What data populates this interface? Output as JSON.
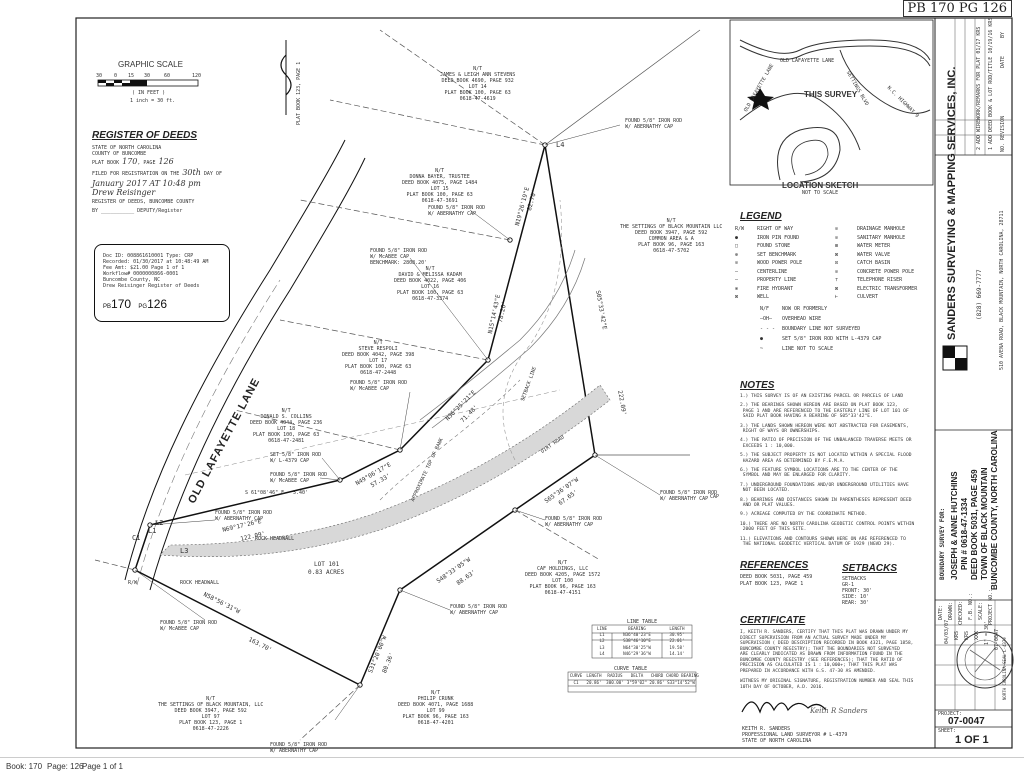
{
  "stamp_code": "PB 170 PG 126",
  "graphic_scale": {
    "title": "GRAPHIC SCALE",
    "ticks": [
      "30",
      "0",
      "15",
      "30",
      "60",
      "120"
    ],
    "unit": "( IN FEET )",
    "ratio": "1 inch = 30 ft."
  },
  "plat_book_ref_vertical": "PLAT BOOK 123, PAGE 1",
  "register": {
    "title": "REGISTER OF DEEDS",
    "state": "STATE OF NORTH CAROLINA",
    "county": "COUNTY OF BUNCOMBE",
    "plat_book_prefix": "PLAT BOOK",
    "plat_book_num": "170",
    "page_prefix": ", PAGE",
    "page_num": "126",
    "filed_prefix": "FILED FOR REGISTRATION ON THE",
    "filed_day": "30th",
    "filed_suffix": "DAY OF",
    "month": "January",
    "year_time": "2017 AT 10:48 pm",
    "register_name": "Drew Reisinger",
    "register_line": "REGISTER OF DEEDS, BUNCOMBE COUNTY",
    "by_label": "BY",
    "deputy_label": "DEPUTY/Register"
  },
  "recording_stamp": {
    "lines": [
      "Doc ID: 008861610001 Type: CRP",
      "Recorded: 01/30/2017 at 10:48:49 AM",
      "Fee Amt: $21.00 Page 1 of 1",
      "Workflow# 0000000866-0001",
      "Buncombe County, NC",
      "Drew Reisinger Register of Deeds"
    ],
    "pb_label": "PB",
    "pb_value": "170",
    "pg_label": "PG",
    "pg_value": "126"
  },
  "map_labels": {
    "road": "OLD LAFAYETTE LANE",
    "lot_number": "LOT 101",
    "lot_acres": "0.83 ACRES",
    "drive_label": "DIRT ROAD",
    "setback_label": "SETBACK LINE",
    "rock_headwall_1": "ROCK HEADWALL",
    "rock_headwall_2": "ROCK HEADWALL",
    "approx_label": "APPROXIMATE TOP OF BANK",
    "row_label": "R/W",
    "cap_label": "CAP"
  },
  "parcels": {
    "stevens": "N/T\nJAMES & LEIGH ANN STEVENS\nDEED BOOK 4690, PAGE 932\nLOT 14\nPLAT BOOK 100, PAGE 63\n0618-47-4619",
    "bayer": "N/T\nDONNA BAYER, TRUSTEE\nDEED BOOK 4075, PAGE 1484\nLOT 15\nPLAT BOOK 100, PAGE 63\n0618-47-3691",
    "kadam": "N/T\nDAVID & MELISSA KADAM\nDEED BOOK 4022, PAGE 406\nLOT 16\nPLAT BOOK 100, PAGE 63\n0618-47-3374",
    "respoli": "N/T\nSTEVE RESPOLI\nDEED BOOK 4042, PAGE 398\nLOT 17\nPLAT BOOK 100, PAGE 63\n0618-47-2448",
    "collins": "N/T\nDONALD S. COLLINS\nDEED BOOK 4044, PAGE 236\nLOT 18\nPLAT BOOK 100, PAGE 63\n0618-47-2481",
    "settings_ne": "N/T\nTHE SETTINGS OF BLACK MOUNTAIN LLC\nDEED BOOK 3947, PAGE 592\nCOMMON AREA & A\nPLAT BOOK 96, PAGE 163\n0618-47-5702",
    "caf": "N/T\nCAF HOLDINGS, LLC\nDEED BOOK 4205, PAGE 1572\nLOT 100\nPLAT BOOK 96, PAGE 163\n0618-47-4151",
    "crunk": "N/T\nPHILIP CRUNK\nDEED BOOK 4071, PAGE 1688\nLOT 99\nPLAT BOOK 96, PAGE 163\n0618-47-4201",
    "settings_sw": "N/T\nTHE SETTINGS OF BLACK MOUNTAIN, LLC\nDEED BOOK 3947, PAGE 592\nLOT 97\nPLAT BOOK 123, PAGE 1\n0618-47-2226"
  },
  "callouts": [
    "FOUND 5/8\" IRON ROD\nW/ ABERNATHY CAP",
    "FOUND 5/8\" IRON ROD\nW/ ABERNATHY CAP",
    "FOUND 5/8\" IRON ROD\nW/ McABEE CAP\nBENCHMARK: 2808.20'",
    "FOUND 5/8\" IRON ROD\nW/ McABEE CAP",
    "SET 5/8\" IRON ROD\nW/ L-4379 CAP",
    "FOUND 5/8\" IRON ROD\nW/ McABEE CAP",
    "FOUND 5/8\" IRON ROD\nW/ ABERNATHY CAP",
    "FOUND 5/8\" IRON ROD\nW/ ABERNATHY CAP",
    "FOUND 5/8\" IRON ROD\nW/ ABERNATHY CAP",
    "FOUND 5/8\" IRON ROD\nW/ McABEE CAP",
    "FOUND 5/8\" IRON ROD\nW/ ABERNATHY CAP",
    "FOUND 5/8\" IRON ROD\nW/ ABERNATHY CAP"
  ],
  "bearings": {
    "b1": "N19°26'19\"E",
    "d1": "82.70'",
    "b2": "N15°14'43\"E",
    "d2": "78.26'",
    "b3": "N36°25'21\"E",
    "d3": "71.48'",
    "b4": "N49°06'17\"E",
    "d4": "57.33'",
    "b5": "N69°17'26\"E",
    "d5": "122.09'",
    "b6": "S05°33'42\"E",
    "d6": "222.09'",
    "b7": "S65°36'07\"W",
    "d7": "67.65'",
    "b8": "S48°33'05\"W",
    "d8": "88.63'",
    "b9": "S31°20'00\"W",
    "d9": "80.36'",
    "b10": "N58°56'31\"W",
    "d10": "163.70'",
    "b11": "S 61°08'46\" E",
    "d11": "5.40'",
    "c1": "C1",
    "l1": "L1",
    "l2": "L2",
    "l3": "L3",
    "l4": "L4"
  },
  "location_sketch": {
    "title": "LOCATION SKETCH",
    "subtitle": "NOT TO SCALE",
    "this_survey": "THIS SURVEY",
    "road1": "OLD LAFAYETTE LANE",
    "road2": "SETTINGS BLVD",
    "road3": "N.C. HIGHWAY 9",
    "road4": "OLD LAFAYETTE LANE"
  },
  "legend": {
    "title": "LEGEND",
    "left": [
      [
        "R/W",
        "RIGHT OF WAY"
      ],
      [
        "●",
        "IRON PIN FOUND"
      ],
      [
        "□",
        "FOUND STONE"
      ],
      [
        "⊕",
        "SET BENCHMARK"
      ],
      [
        "⊙",
        "WOOD POWER POLE"
      ],
      [
        "—",
        "CENTERLINE"
      ],
      [
        "—",
        "PROPERTY LINE"
      ],
      [
        "⊗",
        "FIRE HYDRANT"
      ],
      [
        "⊠",
        "WELL"
      ]
    ],
    "right": [
      [
        "⊙",
        "DRAINAGE MANHOLE"
      ],
      [
        "⊙",
        "SANITARY MANHOLE"
      ],
      [
        "⊞",
        "WATER METER"
      ],
      [
        "⊠",
        "WATER VALVE"
      ],
      [
        "⊡",
        "CATCH BASIN"
      ],
      [
        "⊙",
        "CONCRETE POWER POLE"
      ],
      [
        "⊤",
        "TELEPHONE RISER"
      ],
      [
        "⊠",
        "ELECTRIC TRANSFORMER"
      ],
      [
        "⊢",
        "CULVERT"
      ]
    ],
    "lines": [
      [
        "N/F",
        "NOW OR FORMERLY"
      ],
      [
        "—OH—",
        "OVERHEAD WIRE"
      ],
      [
        "- - -",
        "BOUNDARY LINE NOT SURVEYED"
      ],
      [
        "●",
        "SET 5/8\" IRON ROD WITH L-4379 CAP"
      ],
      [
        "~",
        "LINE NOT TO SCALE"
      ]
    ]
  },
  "notes": {
    "title": "NOTES",
    "items": [
      "1.) THIS SURVEY IS OF AN EXISTING PARCEL OR PARCELS OF LAND",
      "2.) THE BEARINGS SHOWN HEREON ARE BASED ON PLAT BOOK 123,\n PAGE 1 AND ARE REFERENCED TO THE EASTERLY LINE OF LOT 101 OF\n SAID PLAT BOOK HAVING A BEARING OF S05°33'42\"E.",
      "3.) THE LANDS SHOWN HEREON WERE NOT ABSTRACTED FOR EASEMENTS,\n RIGHT OF WAYS OR OWNERSHIPS.",
      "4.) THE RATIO OF PRECISION OF THE UNBALANCED TRAVERSE MEETS OR\n EXCEEDS 1 : 10,000.",
      "5.) THE SUBJECT PROPERTY IS NOT LOCATED WITHIN A SPECIAL FLOOD\n HAZARD AREA AS DETERMINED BY F.E.M.A.",
      "6.) THE FEATURE SYMBOL LOCATIONS ARE TO THE CENTER OF THE\n SYMBOL AND MAY BE ENLARGED FOR CLARITY.",
      "7.) UNDERGROUND FOUNDATIONS AND/OR UNDERGROUND UTILITIES HAVE\n NOT BEEN LOCATED.",
      "8.) BEARINGS AND DISTANCES SHOWN IN PARENTHESES REPRESENT DEED\n AND OR PLAT VALUES.",
      "9.) ACREAGE COMPUTED BY THE COORDINATE METHOD.",
      "10.) THERE ARE NO NORTH CAROLINA GEODETIC CONTROL POINTS WITHIN\n 2000 FEET OF THIS SITE.",
      "11.) ELEVATIONS AND CONTOURS SHOWN HERE ON ARE REFERENCED TO\n THE NATIONAL GEODETIC VERTICAL DATUM OF 1929 (NGVD 29)."
    ]
  },
  "references": {
    "title": "REFERENCES",
    "items": [
      "DEED BOOK 5031, PAGE 459",
      "PLAT BOOK 123, PAGE 1"
    ]
  },
  "setbacks": {
    "title": "SETBACKS",
    "items": [
      "SETBACKS",
      "GR-1",
      "FRONT: 30'",
      "SIDE: 10'",
      "REAR: 30'"
    ]
  },
  "line_table": {
    "title": "LINE TABLE",
    "headers": [
      "LINE",
      "BEARING",
      "LENGTH"
    ],
    "rows": [
      [
        "L1",
        "N36°40'23\"E",
        "30.95'"
      ],
      [
        "L2",
        "S38°46'10\"E",
        "22.01'"
      ],
      [
        "L3",
        "N64°30'25\"W",
        "19.58'"
      ],
      [
        "L4",
        "N46°29'36\"W",
        "14.14'"
      ]
    ]
  },
  "curve_table": {
    "title": "CURVE TABLE",
    "headers": [
      "CURVE",
      "LENGTH",
      "RADIUS",
      "DELTA",
      "CHORD",
      "CHORD BEARING"
    ],
    "rows": [
      [
        "C1",
        "20.86'",
        "300.00'",
        "3°59'02\"",
        "20.86'",
        "S33°14'52\"W"
      ]
    ]
  },
  "certificate": {
    "title": "CERTIFICATE",
    "text": "I, KEITH R. SANDERS, CERTIFY THAT THIS PLAT WAS DRAWN UNDER MY\nDIRECT SUPERVISION FROM AN ACTUAL SURVEY MADE UNDER MY\nSUPERVISION ( DEED DESCRIPTION RECORDED IN BOOK 4321, PAGE 1858,\nBUNCOMBE COUNTY REGISTRY); THAT THE BOUNDARIES NOT SURVEYED\nARE CLEARLY INDICATED AS DRAWN FROM INFORMATION FOUND IN THE\nBUNCOMBE COUNTY REGISTRY (SEE REFERENCES); THAT THE RATIO OF\nPRECISION AS CALCULATED IS 1 : 10,000+; THAT THIS PLAT WAS\nPREPARED IN ACCORDANCE WITH G.S. 47-30 AS AMENDED.",
    "witness": "WITNESS MY ORIGINAL SIGNATURE, REGISTRATION NUMBER AND SEAL THIS\n10TH DAY OF OCTOBER, A.D. 2016.",
    "signature": "Keith R Sanders",
    "sig_lines": "KEITH R. SANDERS\nPROFESSIONAL LAND SURVEYOR # L-4379\nSTATE OF NORTH CAROLINA"
  },
  "title_block": {
    "firm_name": "SANDERS SURVEYING & MAPPING SERVICES, INC.",
    "firm_phone": "(828) 669-7777",
    "firm_address": "510 AVENA ROAD, BLACK MOUNTAIN, NORTH CAROLINA, 28711",
    "survey_for": "BOUNDARY SURVEY FOR:",
    "client": "JOSEPH & ANNE HUTCHINS",
    "pin": "PIN # 0618-47-1334",
    "deed": "DEED BOOK 5031, PAGE 459",
    "town": "TOWN OF BLACK MOUNTAIN",
    "county": "BUNCOMBE COUNTY, NORTH CAROLINA",
    "rev_header": "NO. REVISION",
    "rev_date_header": "DATE",
    "rev_by_header": "BY",
    "revisions": [
      "1  ADD DEED BOOK & LOT ROD/TITLE   10/19/16   KRS",
      "2  ADD WIREWORK/REMARKS FOR PLAT   01/17   KRS"
    ],
    "date_label": "DATE:",
    "date_value": "04/03/07",
    "drawn_label": "DRAWN:",
    "drawn_value": "KRS",
    "checked_label": "CHECKED:",
    "checked_value": "KRS",
    "fb_label": "F.B. NO.:",
    "fb_value": "XXX",
    "scale_label": "SCALE:",
    "scale_value": "1\" = 30'",
    "project_label": "PROJECT NO.:",
    "project_value": "07-0047",
    "job_label": "PROJECT:",
    "job_value": "07-0047",
    "sheet_label": "SHEET:",
    "sheet_value": "1 OF 1",
    "seal_text": "NORTH CAROLINA SEAL L-4379"
  },
  "footer": {
    "book_label": "Book: 170",
    "page_label": "Page: 126",
    "page_of": "Page 1 of 1"
  }
}
